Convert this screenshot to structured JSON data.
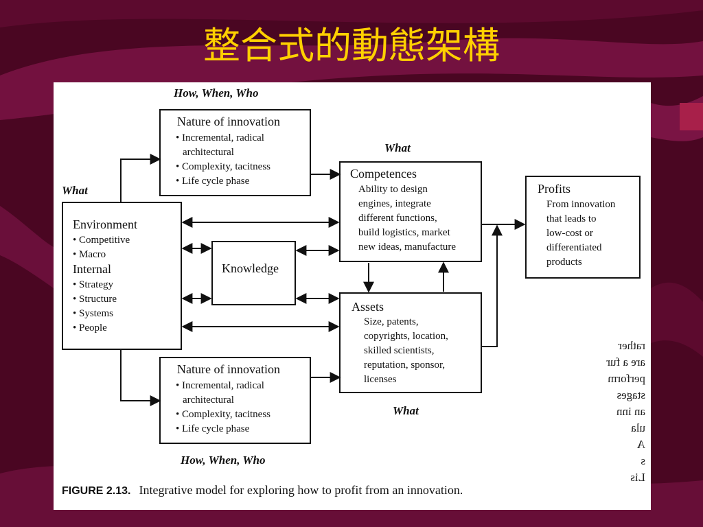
{
  "slide": {
    "title": "整合式的動態架構"
  },
  "figure": {
    "labels": {
      "how_when_who": "How, When, Who",
      "what": "What"
    },
    "nature_box": {
      "title": "Nature of innovation",
      "items": [
        "• Incremental, radical",
        "architectural",
        "• Complexity, tacitness",
        "• Life cycle phase"
      ]
    },
    "environment_box": {
      "title": "Environment",
      "env_items": [
        "• Competitive",
        "• Macro"
      ],
      "internal_title": "Internal",
      "internal_items": [
        "• Strategy",
        "• Structure",
        "• Systems",
        "• People"
      ]
    },
    "knowledge_box": {
      "title": "Knowledge"
    },
    "competences_box": {
      "title": "Competences",
      "lines": [
        "Ability to design",
        "engines, integrate",
        "different functions,",
        "build logistics, market",
        "new ideas, manufacture"
      ]
    },
    "assets_box": {
      "title": "Assets",
      "lines": [
        "Size, patents,",
        "copyrights, location,",
        "skilled scientists,",
        "reputation, sponsor,",
        "licenses"
      ]
    },
    "profits_box": {
      "title": "Profits",
      "lines": [
        "From innovation",
        "that leads to",
        "low-cost or",
        "differentiated",
        "products"
      ]
    },
    "caption": {
      "number": "FIGURE 2.13.",
      "text": "Integrative model for exploring how to profit from an innovation."
    },
    "bleed_through": [
      "rather",
      "are a fur",
      "perform",
      "stages",
      "an inn",
      "ula",
      "A",
      "s",
      "Lis"
    ]
  }
}
